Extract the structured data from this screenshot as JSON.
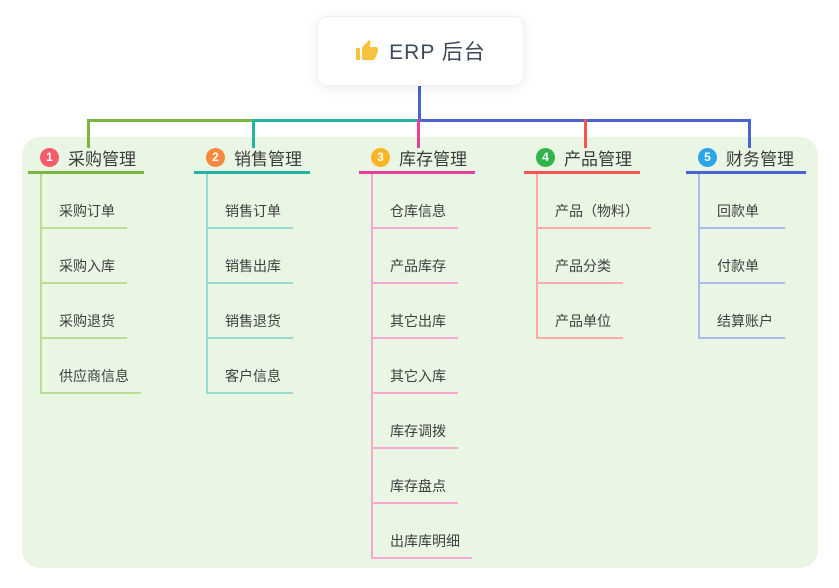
{
  "root": {
    "label": "ERP 后台",
    "icon": "thumbs-up-icon",
    "stem_color": "#4a63d2"
  },
  "canvas": {
    "background": "#ffffff",
    "panel_background": "#e9f6e3"
  },
  "branches": [
    {
      "index": "1",
      "title": "采购管理",
      "colors": {
        "badge": "#f55d6c",
        "line": "#7cb540",
        "line_light": "#b9dd94"
      },
      "children": [
        "采购订单",
        "采购入库",
        "采购退货",
        "供应商信息"
      ]
    },
    {
      "index": "2",
      "title": "销售管理",
      "colors": {
        "badge": "#f9883f",
        "line": "#23b3a4",
        "line_light": "#96dbd2"
      },
      "children": [
        "销售订单",
        "销售出库",
        "销售退货",
        "客户信息"
      ]
    },
    {
      "index": "3",
      "title": "库存管理",
      "colors": {
        "badge": "#fcb525",
        "line": "#e6409a",
        "line_light": "#f5a8d0"
      },
      "children": [
        "仓库信息",
        "产品库存",
        "其它出库",
        "其它入库",
        "库存调拨",
        "库存盘点",
        "出库库明细"
      ]
    },
    {
      "index": "4",
      "title": "产品管理",
      "colors": {
        "badge": "#33b44a",
        "line": "#f8534e",
        "line_light": "#fcaba8"
      },
      "children": [
        "产品（物料）",
        "产品分类",
        "产品单位"
      ]
    },
    {
      "index": "5",
      "title": "财务管理",
      "colors": {
        "badge": "#2ba4e9",
        "line": "#4a63d2",
        "line_light": "#a9baee"
      },
      "children": [
        "回款单",
        "付款单",
        "结算账户"
      ]
    }
  ]
}
